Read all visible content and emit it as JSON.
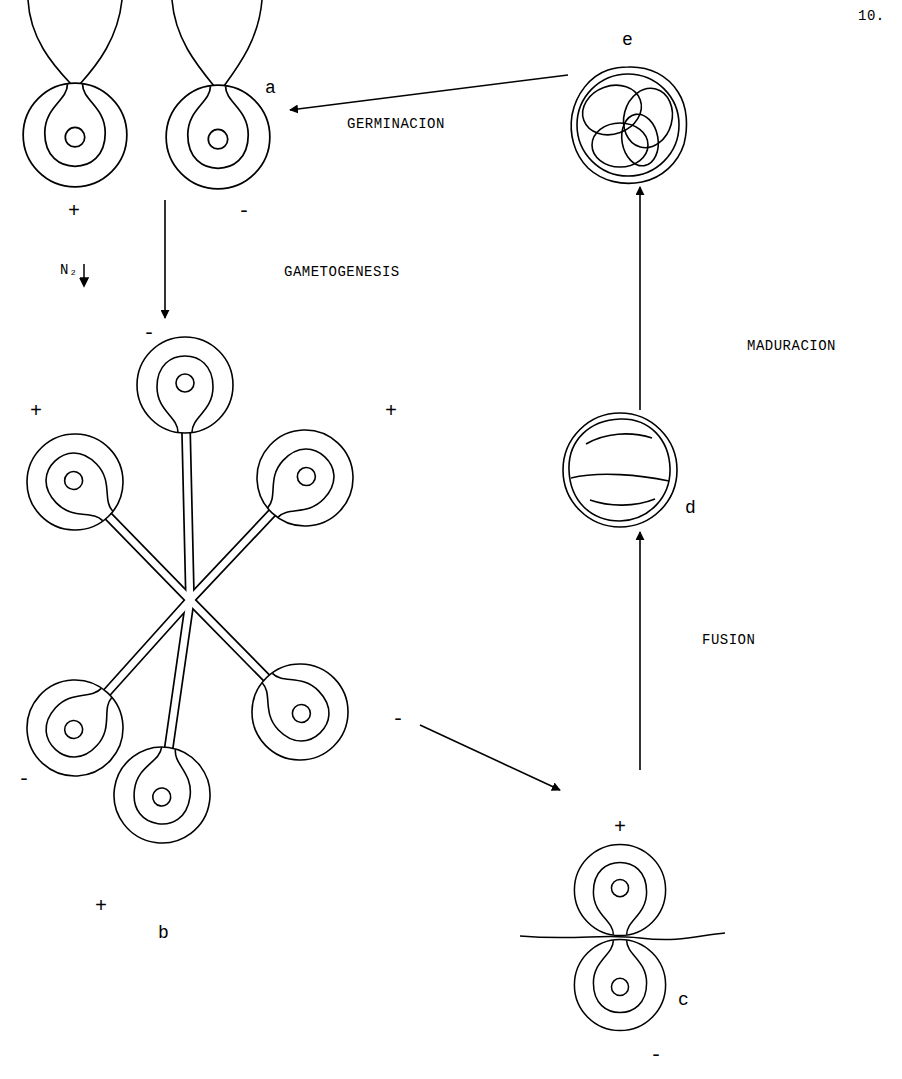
{
  "diagram": {
    "nodes": [
      {
        "text": [
          "a"
        ]
      },
      {
        "text": [
          "b"
        ]
      },
      {
        "text": [
          "c"
        ]
      },
      {
        "text": [
          "d"
        ]
      },
      {
        "text": [
          "e"
        ]
      }
    ],
    "edges": [
      {
        "from": 0,
        "to": 1,
        "arrow": "to",
        "label": "GAMETOGENESIS"
      },
      {
        "from": 1,
        "to": 2,
        "arrow": "to"
      },
      {
        "from": 2,
        "to": 3,
        "arrow": "to",
        "label": "FUSION"
      },
      {
        "from": 3,
        "to": 4,
        "arrow": "to",
        "label": "MADURACION"
      },
      {
        "from": 4,
        "to": 0,
        "arrow": "to",
        "label": "GERMINACION"
      }
    ],
    "labels": [
      "10.",
      "+",
      "-",
      "N₂",
      "-",
      "+",
      "+",
      "-",
      "-",
      "+",
      "+",
      "-"
    ]
  }
}
